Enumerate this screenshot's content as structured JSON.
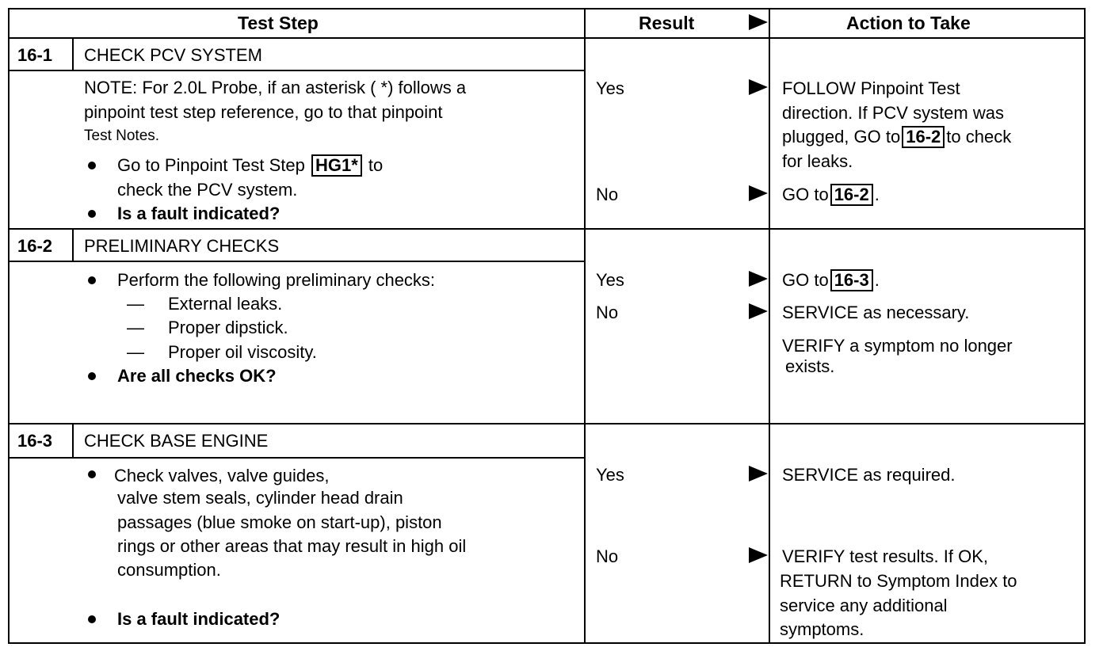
{
  "header": {
    "test_step": "Test Step",
    "result": "Result",
    "action": "Action to Take"
  },
  "steps": [
    {
      "number": "16-1",
      "title": "CHECK PCV SYSTEM",
      "note_lines": [
        "NOTE: For 2.0L Probe, if an asterisk ( *) follows a",
        "pinpoint test step reference, go to that pinpoint"
      ],
      "note_small": "Test Notes.",
      "bullet1_pre": "Go to Pinpoint Test Step",
      "bullet1_ref": "HG1*",
      "bullet1_post": "to",
      "bullet1_line2": "check the PCV system.",
      "question": "Is a fault indicated?",
      "yes": "Yes",
      "no": "No",
      "yes_action_lines": [
        "FOLLOW Pinpoint Test",
        "direction. If PCV system was"
      ],
      "yes_action_pre": "plugged, GO to",
      "yes_action_ref": "16-2",
      "yes_action_post": "to check",
      "yes_action_last": "for leaks.",
      "no_action_pre": "GO to",
      "no_action_ref": "16-2",
      "no_action_post": "."
    },
    {
      "number": "16-2",
      "title": "PRELIMINARY CHECKS",
      "bullet1": "Perform the following preliminary checks:",
      "sub_dash": "—",
      "subitems": [
        "External leaks.",
        "Proper dipstick.",
        "Proper oil viscosity."
      ],
      "question": "Are all checks OK?",
      "yes": "Yes",
      "no": "No",
      "yes_action_pre": "GO to",
      "yes_action_ref": "16-3",
      "yes_action_post": ".",
      "no_action_lines": [
        "SERVICE as necessary.",
        "VERIFY a symptom no longer",
        "exists."
      ]
    },
    {
      "number": "16-3",
      "title": "CHECK BASE ENGINE",
      "bullet_lines": [
        "Check valves, valve guides,",
        "valve stem seals, cylinder head drain",
        "passages (blue smoke on start-up), piston",
        "rings or other areas that may result in high oil",
        "consumption."
      ],
      "question": "Is a fault indicated?",
      "yes": "Yes",
      "no": "No",
      "yes_action": "SERVICE as required.",
      "no_action_lines": [
        "VERIFY test results. If OK,",
        "RETURN to Symptom Index to",
        "service any additional",
        "symptoms."
      ]
    }
  ]
}
